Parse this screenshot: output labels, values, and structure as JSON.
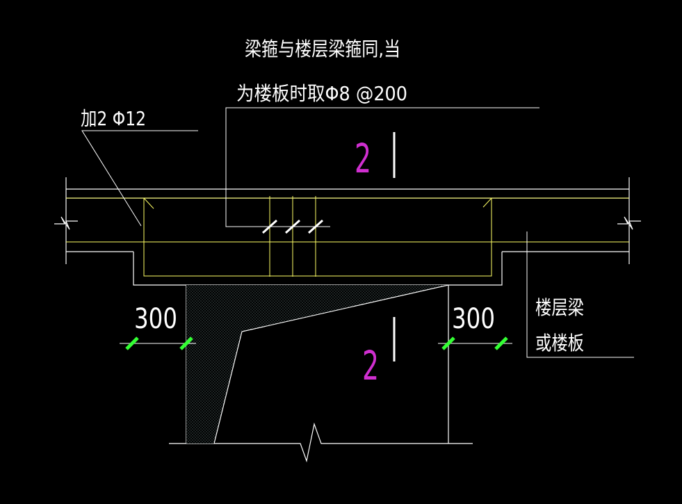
{
  "notes": {
    "stirrup_line1": "梁箍与楼层梁箍同,当",
    "stirrup_line2": "为楼板时取Φ8 @200",
    "add_bars": "加2 Φ12",
    "floor_line1": "楼层梁",
    "floor_line2": "或楼板"
  },
  "section_marks": {
    "upper": "2",
    "lower": "2"
  },
  "dimensions": {
    "left": "300",
    "right": "300"
  },
  "colors": {
    "background": "#000000",
    "linework": "#ffffff",
    "rebar": "#ffff66",
    "section_label": "#d02fd0",
    "dimension_tick": "#33ff33"
  }
}
